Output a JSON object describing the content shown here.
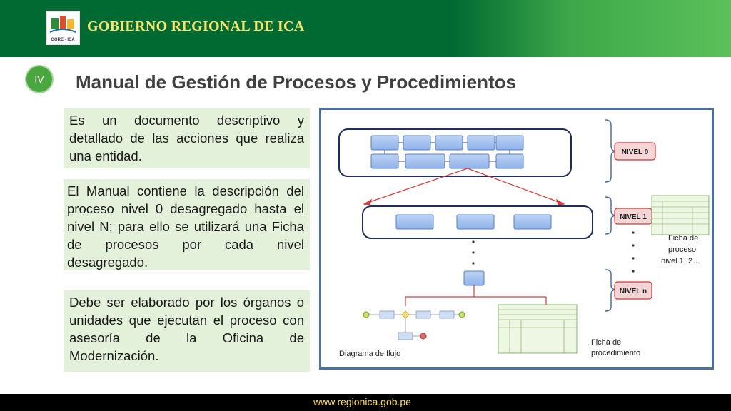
{
  "header": {
    "organization": "GOBIERNO REGIONAL DE ICA",
    "logo_label": "GORE - ICA",
    "colors": {
      "dark_green": "#006a33",
      "light_green": "#5cc05a",
      "title_yellow": "#ffe36a"
    }
  },
  "section": {
    "number": "IV",
    "title": "Manual de Gestión de Procesos y Procedimientos"
  },
  "boxes": [
    {
      "text": "Es un documento descriptivo y detallado de las acciones que realiza una entidad."
    },
    {
      "text": "El Manual contiene la descripción del proceso nivel 0 desagregado hasta el nivel N; para ello se utilizará una Ficha de procesos por cada nivel desagregado."
    },
    {
      "text": "Debe ser elaborado por los órganos o unidades que ejecutan el proceso con asesoría de la Oficina de Modernización."
    }
  ],
  "diagram": {
    "levels": [
      "NIVEL 0",
      "NIVEL 1",
      "NIVEL n"
    ],
    "ficha_proceso": [
      "Ficha de",
      "proceso",
      "nivel  1, 2…"
    ],
    "diagrama_flujo": "Diagrama de flujo",
    "ficha_procedimiento": [
      "Ficha de",
      "procedimiento"
    ]
  },
  "footer": {
    "url": "www.regionica.gob.pe"
  }
}
